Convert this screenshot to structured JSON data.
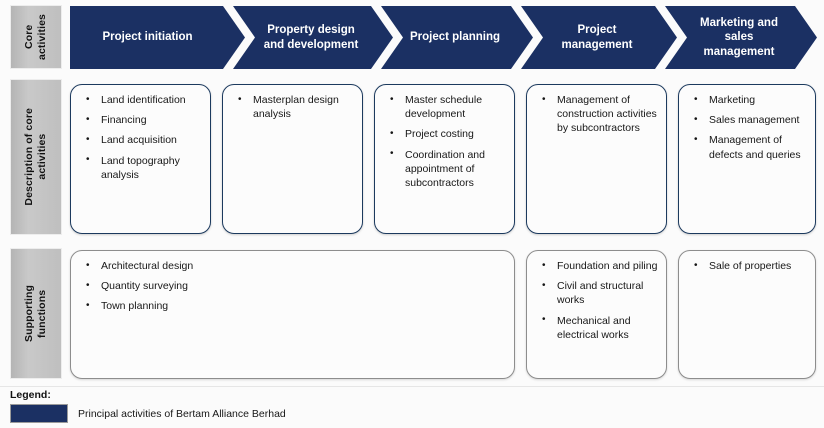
{
  "diagram": {
    "type": "value-chain",
    "rows": [
      {
        "id": "core-activities",
        "label": "Core\nactivities"
      },
      {
        "id": "description-of-core-activities",
        "label": "Description of core\nactivities"
      },
      {
        "id": "supporting-functions",
        "label": "Supporting\nfunctions"
      }
    ],
    "stages": [
      {
        "id": "project-initiation",
        "title": "Project initiation"
      },
      {
        "id": "property-design",
        "title": "Property design and development"
      },
      {
        "id": "project-planning",
        "title": "Project planning"
      },
      {
        "id": "project-management",
        "title": "Project management"
      },
      {
        "id": "marketing-sales",
        "title": "Marketing and sales management"
      }
    ],
    "descriptions": [
      {
        "stage": "project-initiation",
        "items": [
          "Land identification",
          "Financing",
          "Land acquisition",
          "Land topography analysis"
        ]
      },
      {
        "stage": "property-design",
        "items": [
          "Masterplan design analysis"
        ]
      },
      {
        "stage": "project-planning",
        "items": [
          "Master schedule development",
          "Project costing",
          "Coordination and appointment of subcontractors"
        ]
      },
      {
        "stage": "project-management",
        "items": [
          "Management of construction activities by subcontractors"
        ]
      },
      {
        "stage": "marketing-sales",
        "items": [
          "Marketing",
          "Sales management",
          "Management of defects and queries"
        ]
      }
    ],
    "supporting": [
      {
        "id": "support-left",
        "span": 3,
        "items": [
          "Architectural design",
          "Quantity surveying",
          "Town planning"
        ]
      },
      {
        "id": "support-mid",
        "span": 1,
        "items": [
          "Foundation and piling",
          "Civil and structural works",
          "Mechanical and electrical works"
        ]
      },
      {
        "id": "support-right",
        "span": 1,
        "items": [
          "Sale of properties"
        ]
      }
    ],
    "legend": {
      "title": "Legend:",
      "entries": [
        {
          "color": "#1b3063",
          "text": "Principal activities of Bertam Alliance Berhad"
        }
      ]
    },
    "colors": {
      "primary_navy": "#1b3063",
      "label_gray": "#c2c2c2",
      "core_box_border": "#1c3a5e",
      "support_box_border": "#8d8d8d",
      "background": "#fbfbfb"
    }
  }
}
